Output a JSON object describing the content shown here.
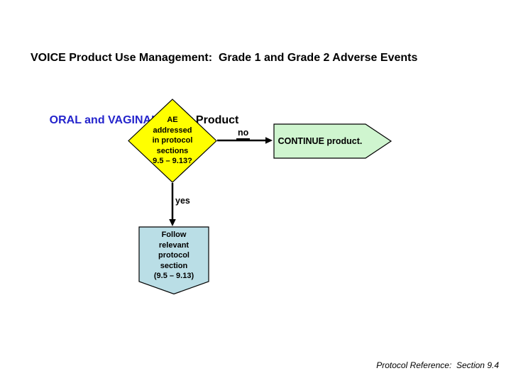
{
  "title": {
    "line1": "VOICE Product Use Management:  Grade 1 and Grade 2 Adverse Events",
    "line2_highlight": "ORAL and VAGINAL",
    "line2_rest": " Study Product"
  },
  "flowchart": {
    "decision": {
      "text": "AE\naddressed\nin protocol\nsections\n9.5 – 9.13?"
    },
    "no_label": "no",
    "yes_label": "yes",
    "continue": {
      "text": "CONTINUE product."
    },
    "follow": {
      "text": "Follow\nrelevant\nprotocol\nsection\n(9.5 – 9.13)"
    }
  },
  "footer": {
    "reference": "Protocol Reference:  Section 9.4"
  },
  "colors": {
    "title_highlight": "#2424CC",
    "decision_fill": "#FFFF00",
    "continue_fill": "#CFF5CF",
    "follow_fill": "#BADEE6",
    "stroke": "#000000"
  }
}
